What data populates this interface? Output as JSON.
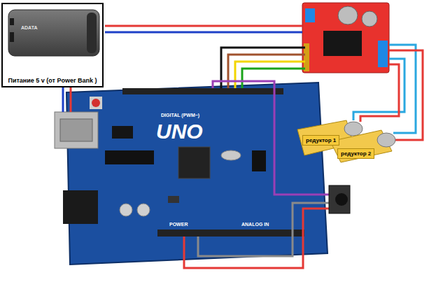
{
  "diagram": {
    "nodes": [
      {
        "text": [
          "ADATA",
          "Питание 5 v (от Power Bank )"
        ]
      },
      {
        "text": [
          "DIGITAL (PWM~)",
          "UNO",
          "POWER",
          "ANALOG IN"
        ]
      },
      {
        "text": [
          "редуктор 1"
        ]
      },
      {
        "text": [
          "редуктор 2"
        ]
      }
    ],
    "edges": [
      {
        "from": 0,
        "to": 1,
        "arrow": "none"
      }
    ]
  }
}
